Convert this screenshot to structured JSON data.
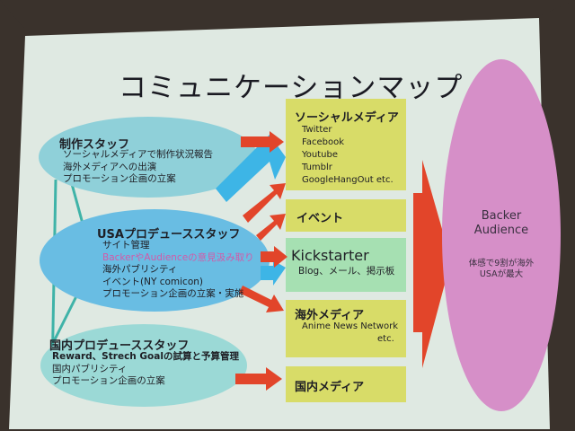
{
  "title": "コミュニケーションマップ",
  "staff": [
    {
      "heading": "制作スタッフ",
      "items": [
        "ソーシャルメディアで制作状況報告",
        "海外メディアへの出演",
        "プロモーション企画の立案"
      ]
    },
    {
      "heading": "USAプロデューススタッフ",
      "items": [
        "サイト管理",
        "BackerやAudienceの意見汲み取り",
        "海外パブリシティ",
        "イベント(NY comicon)",
        "プロモーション企画の立案・実施"
      ]
    },
    {
      "heading": "国内プロデューススタッフ",
      "items": [
        "Reward、Strech Goalの試算と予算管理",
        "国内パブリシティ",
        "プロモーション企画の立案"
      ]
    }
  ],
  "channels": [
    {
      "heading": "ソーシャルメディア",
      "items": [
        "Twitter",
        "Facebook",
        "Youtube",
        "Tumblr",
        "GoogleHangOut etc."
      ]
    },
    {
      "heading": "イベント",
      "items": []
    },
    {
      "heading": "Kickstarter",
      "items": [
        "Blog、メール、掲示板"
      ]
    },
    {
      "heading": "海外メディア",
      "items": [
        "Anime News Network",
        "etc."
      ]
    },
    {
      "heading": "国内メディア",
      "items": []
    }
  ],
  "audience": {
    "heading_line1": "Backer",
    "heading_line2": "Audience",
    "note_line1": "体感で9割が海外",
    "note_line2": "USAが最大"
  },
  "colors": {
    "slide": "#dfe9e2",
    "staff_ellipse": "#8fd0d9",
    "usa_ellipse": "#69bde3",
    "domestic_ellipse": "#9bd9d6",
    "channel_box": "#d8dc68",
    "kickstarter_box": "#a6e0b2",
    "audience_ellipse": "#d68fc8",
    "arrow_red": "#e2452a",
    "arrow_blue": "#3db5e6",
    "highlight_pink": "#d25aa8"
  }
}
